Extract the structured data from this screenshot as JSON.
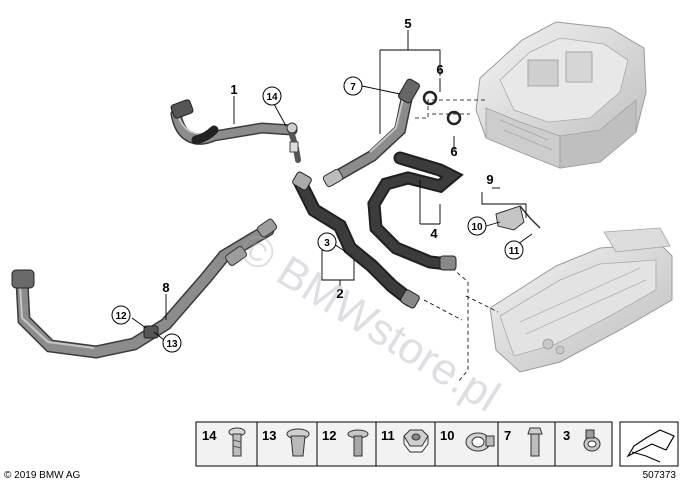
{
  "callouts": {
    "c1": "1",
    "c2": "2",
    "c3": "3",
    "c4": "4",
    "c5": "5",
    "c6a": "6",
    "c6b": "6",
    "c7": "7",
    "c8": "8",
    "c9": "9",
    "c10": "10",
    "c11": "11",
    "c12": "12",
    "c13": "13",
    "c14": "14"
  },
  "legend": {
    "items": [
      "14",
      "13",
      "12",
      "11",
      "10",
      "7",
      "3"
    ]
  },
  "watermark": "© BMWstore.pl",
  "footer": {
    "copyright": "© 2019 BMW AG",
    "diagram_id": "507373"
  },
  "colors": {
    "hose_dark": "#2e2e2e",
    "hose_grey": "#7a7a7a",
    "part_light": "#d9d9d9",
    "legend_bg": "#f2f2f2"
  }
}
